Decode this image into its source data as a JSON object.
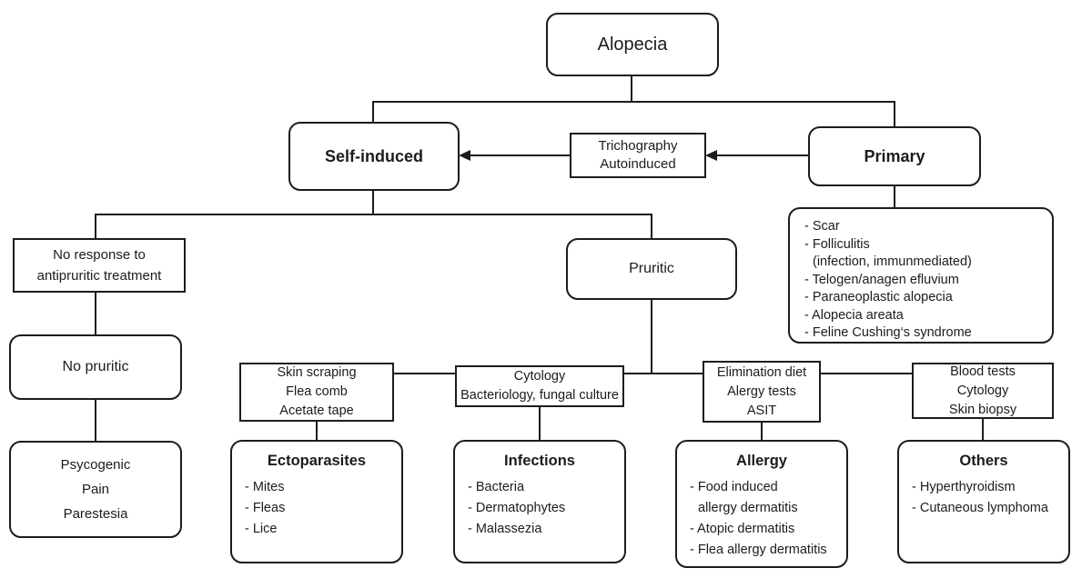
{
  "colors": {
    "line": "#1c1c1c",
    "background": "#ffffff",
    "text": "#1c1c1c"
  },
  "nodes": {
    "alopecia": {
      "label": "Alopecia"
    },
    "self_induced": {
      "label": "Self-induced"
    },
    "trichography": {
      "line1": "Trichography",
      "line2": "Autoinduced"
    },
    "primary": {
      "label": "Primary"
    },
    "primary_list": {
      "items": [
        "- Scar",
        "- Folliculitis",
        "(infection, immunmediated)",
        "- Telogen/anagen efluvium",
        "- Paraneoplastic alopecia",
        "- Alopecia areata",
        "- Feline Cushing‘s syndrome"
      ]
    },
    "no_response": {
      "line1": "No response to",
      "line2": "antipruritic treatment"
    },
    "pruritic": {
      "label": "Pruritic"
    },
    "no_pruritic": {
      "label": "No pruritic"
    },
    "psycogenic": {
      "lines": [
        "Psycogenic",
        "Pain",
        "Parestesia"
      ]
    },
    "skin_scraping": {
      "lines": [
        "Skin scraping",
        "Flea comb",
        "Acetate tape"
      ]
    },
    "cytology": {
      "lines": [
        "Cytology",
        "Bacteriology, fungal culture"
      ]
    },
    "elimination": {
      "lines": [
        "Elimination diet",
        "Alergy tests",
        "ASIT"
      ]
    },
    "blood_tests": {
      "lines": [
        "Blood tests",
        "Cytology",
        "Skin biopsy"
      ]
    },
    "ectoparasites": {
      "title": "Ectoparasites",
      "items": [
        "- Mites",
        "- Fleas",
        "- Lice"
      ]
    },
    "infections": {
      "title": "Infections",
      "items": [
        "- Bacteria",
        "- Dermatophytes",
        "- Malassezia"
      ]
    },
    "allergy": {
      "title": "Allergy",
      "items": [
        "- Food induced",
        "allergy dermatitis",
        "- Atopic dermatitis",
        "- Flea allergy dermatitis"
      ]
    },
    "others": {
      "title": "Others",
      "items": [
        "- Hyperthyroidism",
        "- Cutaneous lymphoma"
      ]
    }
  }
}
